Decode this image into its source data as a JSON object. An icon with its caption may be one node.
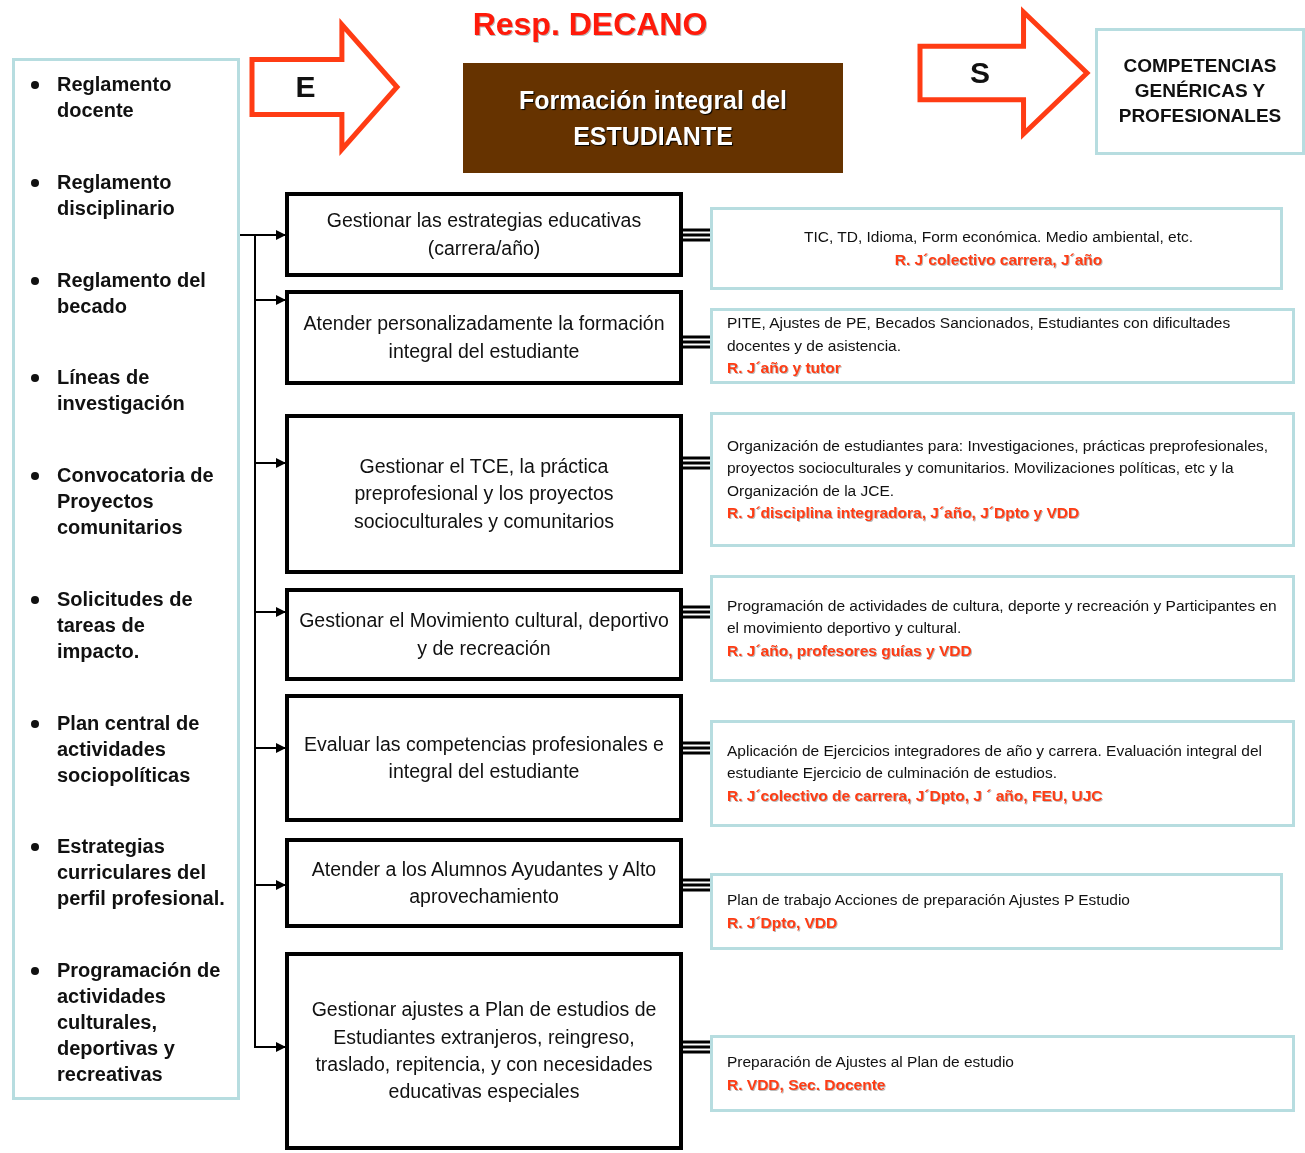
{
  "diagram": {
    "title": "Resp. DECANO",
    "nodes": [
      {
        "text": [
          "Reglamento docente",
          "Reglamento disciplinario",
          "Reglamento del becado",
          "Líneas de investigación",
          "Convocatoria de Proyectos comunitarios",
          "Solicitudes de tareas de impacto.",
          "Plan central  de actividades sociopolíticas",
          "Estrategias curriculares del perfil profesional.",
          "Programación de actividades culturales, deportivas y recreativas"
        ]
      },
      {
        "text": [
          "Formación integral del ESTUDIANTE"
        ]
      },
      {
        "text": [
          "COMPETENCIAS GENÉRICAS Y PROFESIONALES"
        ]
      },
      {
        "text": [
          "Gestionar las estrategias educativas (carrera/año)"
        ]
      },
      {
        "text": [
          "Atender personalizadamente   la formación integral del estudiante"
        ]
      },
      {
        "text": [
          "Gestionar el TCE, la práctica preprofesional y los proyectos socioculturales y comunitarios"
        ]
      },
      {
        "text": [
          "Gestionar el Movimiento cultural, deportivo y de recreación"
        ]
      },
      {
        "text": [
          "Evaluar las  competencias profesionales e integral del estudiante"
        ]
      },
      {
        "text": [
          "Atender  a los Alumnos Ayudantes y Alto aprovechamiento"
        ]
      },
      {
        "text": [
          "Gestionar ajustes a Plan de estudios de Estudiantes extranjeros, reingreso, traslado, repitencia, y con necesidades educativas especiales"
        ]
      },
      {
        "text": [
          "TIC, TD, Idioma, Form económica. Medio ambiental, etc. **R.  J´colectivo carrera, J´año**"
        ]
      },
      {
        "text": [
          "PITE, Ajustes de PE, Becados Sancionados, Estudiantes con dificultades docentes y de asistencia. **R. J´año y tutor**"
        ]
      },
      {
        "text": [
          "Organización de estudiantes para: Investigaciones, prácticas preprofesionales, proyectos socioculturales y comunitarios. Movilizaciones políticas, etc y la Organización de la JCE. **R. J´disciplina integradora, J´año, J´Dpto y VDD**"
        ]
      },
      {
        "text": [
          "Programación de actividades  de cultura, deporte y recreación y Participantes en el movimiento deportivo y cultural. **R. J´año, profesores guías y VDD**"
        ]
      },
      {
        "text": [
          "Aplicación de Ejercicios integradores de año y carrera. Evaluación integral del estudiante Ejercicio de culminación de estudios. **R. J´colectivo de carrera, J´Dpto,  J ´ año, FEU, UJC**"
        ]
      },
      {
        "text": [
          "Plan de trabajo Acciones de preparación Ajustes P Estudio **R. J´Dpto, VDD**"
        ]
      },
      {
        "text": [
          "Preparación de Ajustes al Plan de estudio  **R. VDD, Sec. Docente**"
        ]
      }
    ],
    "edges": [
      {
        "from": 0,
        "to": 1,
        "arrow": "to",
        "label": "E",
        "style": "thick",
        "color": "#ff3c14"
      },
      {
        "from": 1,
        "to": 2,
        "arrow": "to",
        "label": "S",
        "style": "thick",
        "color": "#ff3c14"
      },
      {
        "from": 0,
        "to": 3,
        "arrow": "to"
      },
      {
        "from": 0,
        "to": 4,
        "arrow": "to"
      },
      {
        "from": 0,
        "to": 5,
        "arrow": "to"
      },
      {
        "from": 0,
        "to": 6,
        "arrow": "to"
      },
      {
        "from": 0,
        "to": 7,
        "arrow": "to"
      },
      {
        "from": 0,
        "to": 8,
        "arrow": "to"
      },
      {
        "from": 0,
        "to": 9,
        "arrow": "to"
      },
      {
        "from": 3,
        "to": 10,
        "arrow": "none"
      },
      {
        "from": 4,
        "to": 11,
        "arrow": "none"
      },
      {
        "from": 5,
        "to": 12,
        "arrow": "none"
      },
      {
        "from": 6,
        "to": 13,
        "arrow": "none"
      },
      {
        "from": 7,
        "to": 14,
        "arrow": "none"
      },
      {
        "from": 8,
        "to": 15,
        "arrow": "none"
      },
      {
        "from": 9,
        "to": 16,
        "arrow": "none"
      }
    ]
  }
}
